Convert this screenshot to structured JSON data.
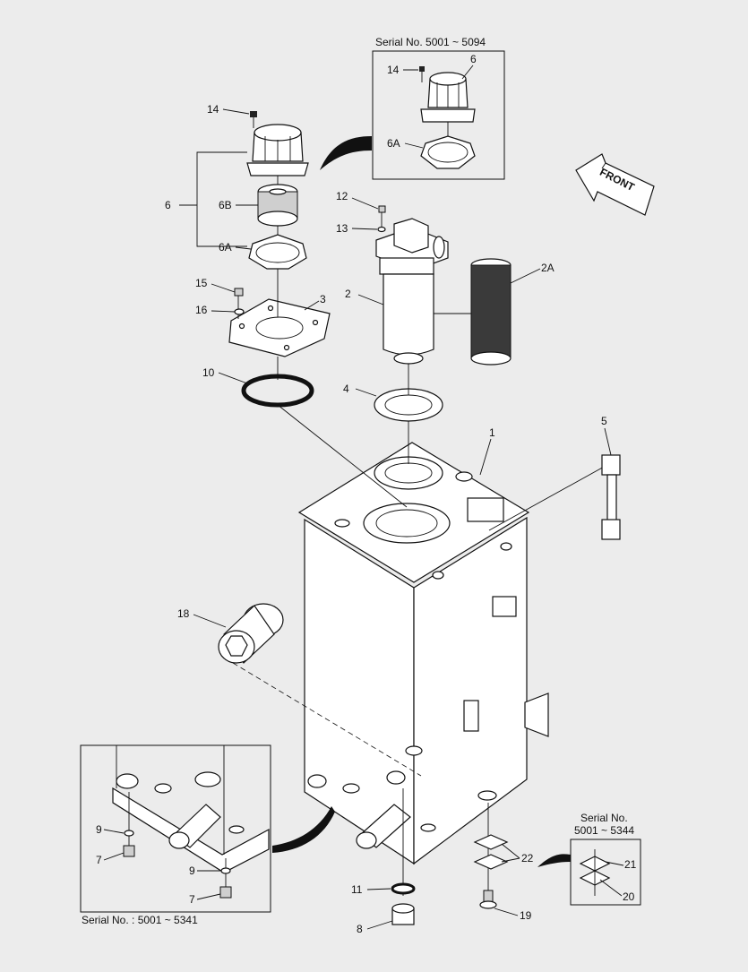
{
  "callouts": {
    "c1": "1",
    "c2": "2",
    "c2a": "2A",
    "c3": "3",
    "c4": "4",
    "c5": "5",
    "c6": "6",
    "c6a": "6A",
    "c6b": "6B",
    "c7": "7",
    "c8": "8",
    "c9": "9",
    "c10": "10",
    "c11": "11",
    "c12": "12",
    "c13": "13",
    "c14": "14",
    "c15": "15",
    "c16": "16",
    "c18": "18",
    "c19": "19",
    "c20": "20",
    "c21": "21",
    "c22": "22"
  },
  "insets": {
    "top_caption": "Serial No. 5001 ~ 5094",
    "bottom_left_caption": "Serial No. : 5001 ~ 5341",
    "bottom_right_caption_line1": "Serial No.",
    "bottom_right_caption_line2": "5001 ~ 5344"
  },
  "front_arrow_label": "FRONT"
}
